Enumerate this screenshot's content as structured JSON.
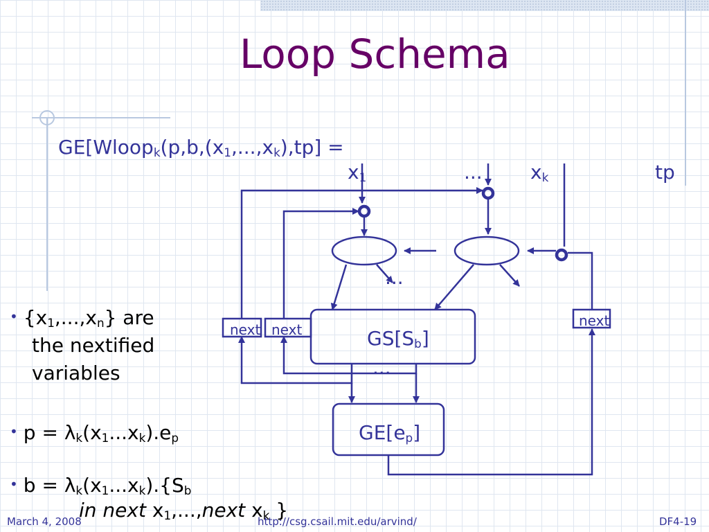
{
  "slide": {
    "title": "Loop Schema",
    "ge_line": {
      "prefix": "GE[Wloop",
      "sub_k": "k",
      "p1": "(p,b,(x",
      "sub_1": "1",
      "p2": ",...,x",
      "sub_k2": "k",
      "p3": "),tp] ="
    }
  },
  "diagram": {
    "top_x1": "x",
    "top_x1_sub": "1",
    "top_dots": "...",
    "top_xk": "x",
    "top_xk_sub": "k",
    "top_tp": "tp",
    "mid_dots": "...",
    "lower_dots": "...",
    "next_left1": "next",
    "next_left2": "next",
    "next_right": "next",
    "gs_prefix": "GS[S",
    "gs_sub": "b",
    "gs_suffix": "]",
    "ge_prefix": "GE[e",
    "ge_sub": "p",
    "ge_suffix": "]"
  },
  "bullets": {
    "b1": {
      "open": "{x",
      "s1": "1",
      "mid": ",...,x",
      "sn": "n",
      "close": "}  are",
      "line2": "the nextified",
      "line3": "variables"
    },
    "b2": {
      "a": "p = ",
      "lambda": "λ",
      "lk": "k",
      "b": "(x",
      "s1": "1",
      "c": "...x",
      "sk": "k",
      "d": ").e",
      "sp": "p"
    },
    "b3": {
      "a": "b = ",
      "lambda": "λ",
      "lk": "k",
      "b": "(x",
      "s1": "1",
      "c": "...x",
      "sk": "k",
      "d": ").{S",
      "sb": "b",
      "line2_it": "in next",
      "line2_a": " x",
      "line2_s1": "1",
      "line2_b": ",...,",
      "line2_it2": "next",
      "line2_c": " x",
      "line2_sk": "k",
      "line2_d": " }"
    }
  },
  "footer": {
    "date": "March 4, 2008",
    "url": "http://csg.csail.mit.edu/arvind/",
    "slide_id": "DF4-19"
  },
  "colors": {
    "title": "#660066",
    "diagram": "#333399",
    "grid": "#dfe6f0"
  }
}
